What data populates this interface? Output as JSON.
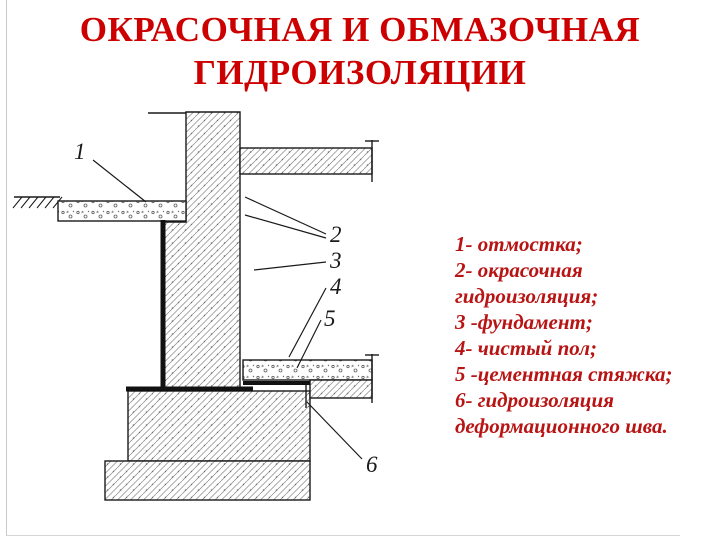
{
  "colors": {
    "title_red": "#cc0000",
    "legend_red": "#b81414",
    "line_dark": "#1a1a1a"
  },
  "title": {
    "line1": "ОКРАСОЧНАЯ И ОБМАЗОЧНАЯ",
    "line2": "ГИДРОИЗОЛЯЦИИ"
  },
  "legend": {
    "lines": [
      "1- отмостка;",
      "2- окрасочная",
      "гидроизоляция;",
      "3 -фундамент;",
      "4- чистый пол;",
      "5 -цементная стяжка;",
      "6- гидроизоляция",
      "деформационного шва."
    ]
  },
  "diagram": {
    "type": "technical-section-drawing",
    "description": "Cross-section of a building wall and foundation showing painted and coated waterproofing layers",
    "callouts": [
      "1",
      "2",
      "3",
      "4",
      "5",
      "6"
    ]
  }
}
